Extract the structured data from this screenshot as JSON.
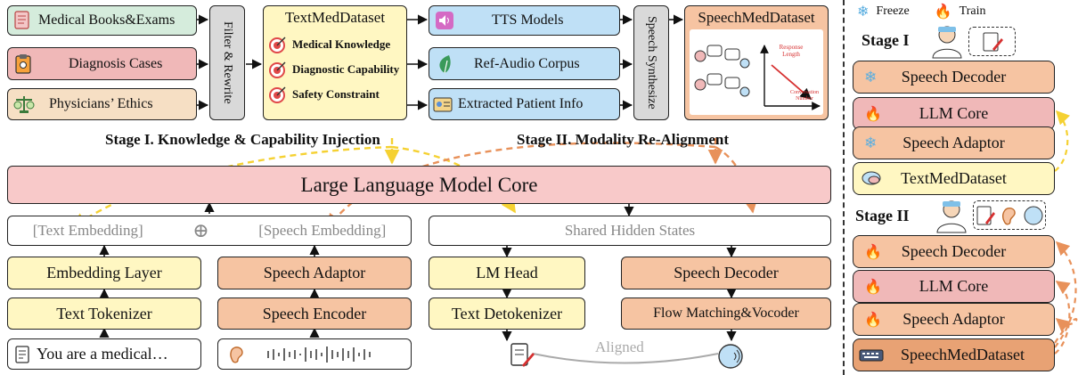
{
  "stage1_inputs": [
    "Medical Books&Exams",
    "Diagnosis Cases",
    "Physicians’ Ethics"
  ],
  "filter_rewrite": "Filter & Rewrite",
  "text_med_dataset": {
    "title": "TextMedDataset",
    "items": [
      "Medical Knowledge",
      "Diagnostic Capability",
      "Safety Constraint"
    ]
  },
  "stage2_inputs": [
    "TTS Models",
    "Ref-Audio Corpus",
    "Extracted Patient Info"
  ],
  "speech_synthesize": "Speech Synthesize",
  "speech_med_dataset": {
    "title": "SpeechMedDataset",
    "plot_ylabel": "Response Length",
    "plot_xlabel": "Conversation Number"
  },
  "stage1_title": "Stage I. Knowledge & Capability Injection",
  "stage2_title": "Stage II. Modality Re-Alignment",
  "llm_core": "Large Language Model Core",
  "embedding_row": {
    "text_embedding": "[Text Embedding]",
    "plus": "⊕",
    "speech_embedding": "[Speech Embedding]"
  },
  "shared_hidden_states": "Shared Hidden States",
  "left_pipeline": [
    "Embedding Layer",
    "Text Tokenizer"
  ],
  "speech_pipeline": [
    "Speech Adaptor",
    "Speech Encoder"
  ],
  "text_input": "You are a medical…",
  "output_left": [
    "LM Head",
    "Text Detokenizer"
  ],
  "output_right": [
    "Speech Decoder",
    "Flow Matching&Vocoder"
  ],
  "aligned": "Aligned",
  "legend": {
    "freeze": "Freeze",
    "train": "Train"
  },
  "stage1_panel": {
    "label": "Stage I",
    "rows": [
      {
        "icon": "freeze",
        "label": "Speech Decoder"
      },
      {
        "icon": "train",
        "label": "LLM Core"
      },
      {
        "icon": "freeze",
        "label": "Speech Adaptor"
      },
      {
        "icon": "chat",
        "label": "TextMedDataset"
      }
    ]
  },
  "stage2_panel": {
    "label": "Stage II",
    "rows": [
      {
        "icon": "train",
        "label": "Speech Decoder"
      },
      {
        "icon": "train",
        "label": "LLM Core"
      },
      {
        "icon": "train",
        "label": "Speech Adaptor"
      },
      {
        "icon": "keyboard",
        "label": "SpeechMedDataset"
      }
    ]
  },
  "colors": {
    "green": "#d5ecdc",
    "pink": "#f0b8b8",
    "tan": "#f6dfc4",
    "grey": "#d9d9d9",
    "yellow": "#fff7c2",
    "blue": "#bfe0f6",
    "orange": "#f6c4a2",
    "llm": "#f8c9c9",
    "flame": "#f07a2a",
    "snow": "#5aaee0",
    "arrow_yellow": "#f5d132",
    "arrow_orange": "#e8915a"
  }
}
